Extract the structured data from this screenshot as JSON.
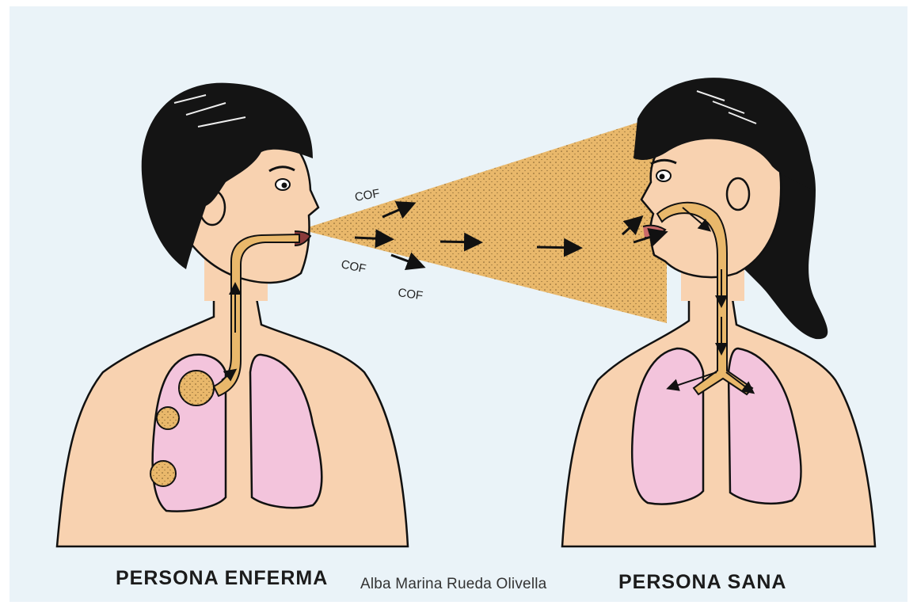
{
  "labels": {
    "left_person": "PERSONA ENFERMA",
    "right_person": "PERSONA SANA",
    "cough_words": [
      "COF",
      "COF",
      "COF"
    ]
  },
  "watermark": "Alba Marina Rueda Olivella",
  "colors": {
    "skin": "#f8d2b0",
    "lungs": "#f3c4dc",
    "droplet_cloud": "#e8b76a",
    "hair": "#141414",
    "background": "#e8f2f8",
    "outline": "#111111"
  }
}
